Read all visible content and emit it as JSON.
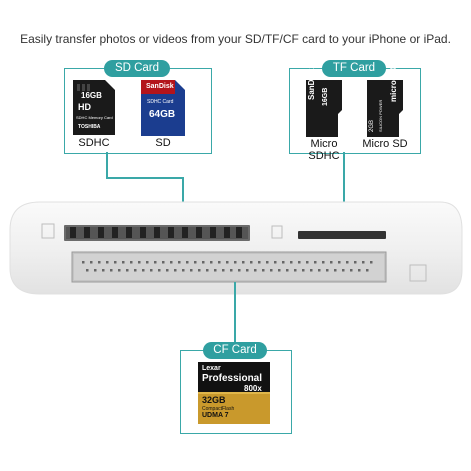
{
  "headline": "Easily transfer photos or videos from your SD/TF/CF card to your iPhone or iPad.",
  "sd_group": {
    "title": "SD Card",
    "cards": [
      {
        "caption": "SDHC",
        "face_capacity": "16GB",
        "face_class": "HD",
        "face_line": "SDHC Memory Card",
        "face_brand": "TOSHIBA"
      },
      {
        "caption": "SD",
        "face_brand": "SanDisk",
        "face_type": "SDHC Card",
        "face_capacity": "64GB"
      }
    ]
  },
  "tf_group": {
    "title": "TF Card",
    "cards": [
      {
        "caption": "Micro SDHC",
        "face_brand": "SanDisk",
        "face_capacity": "16GB"
      },
      {
        "caption": "Micro SD",
        "face_logo": "micro SD",
        "face_capacity": "2GB",
        "face_brand": "SILICON POWER"
      }
    ]
  },
  "cf_group": {
    "title": "CF Card",
    "card": {
      "brand": "Lexar",
      "line": "Professional",
      "speed": "800x",
      "capacity": "32GB",
      "type": "CompactFlash",
      "mode": "UDMA 7"
    }
  },
  "colors": {
    "accent": "#2f9fa0",
    "box_border": "#3aa8a8",
    "reader_body": "#f1f1f1",
    "cf_gold": "#c9992c"
  }
}
